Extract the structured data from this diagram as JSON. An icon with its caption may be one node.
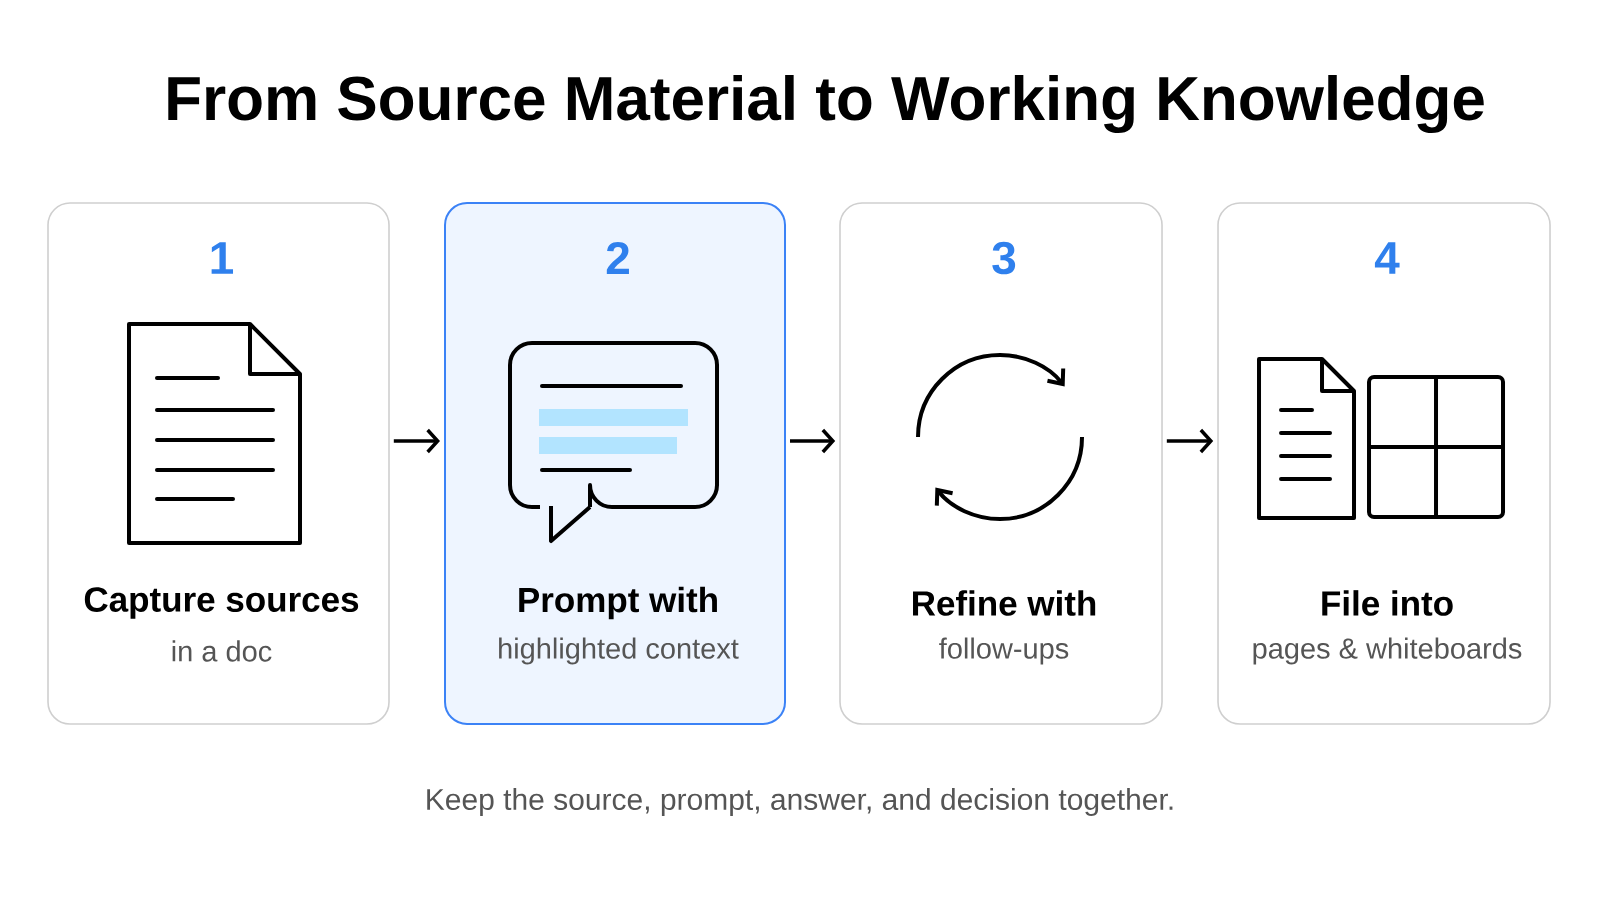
{
  "diagram": {
    "title": "From Source Material to Working Knowledge",
    "caption": "Keep the source, prompt, answer, and decision together.",
    "nodes": [
      {
        "text": [
          "1",
          "Capture sources",
          "in a doc"
        ]
      },
      {
        "text": [
          "2",
          "Prompt with",
          "highlighted context"
        ]
      },
      {
        "text": [
          "3",
          "Refine with",
          "follow-ups"
        ]
      },
      {
        "text": [
          "4",
          "File into",
          "pages & whiteboards"
        ]
      }
    ],
    "edges": [
      {
        "from": 0,
        "to": 1,
        "arrow": "to"
      },
      {
        "from": 1,
        "to": 2,
        "arrow": "to"
      },
      {
        "from": 2,
        "to": 3,
        "arrow": "to"
      }
    ]
  }
}
